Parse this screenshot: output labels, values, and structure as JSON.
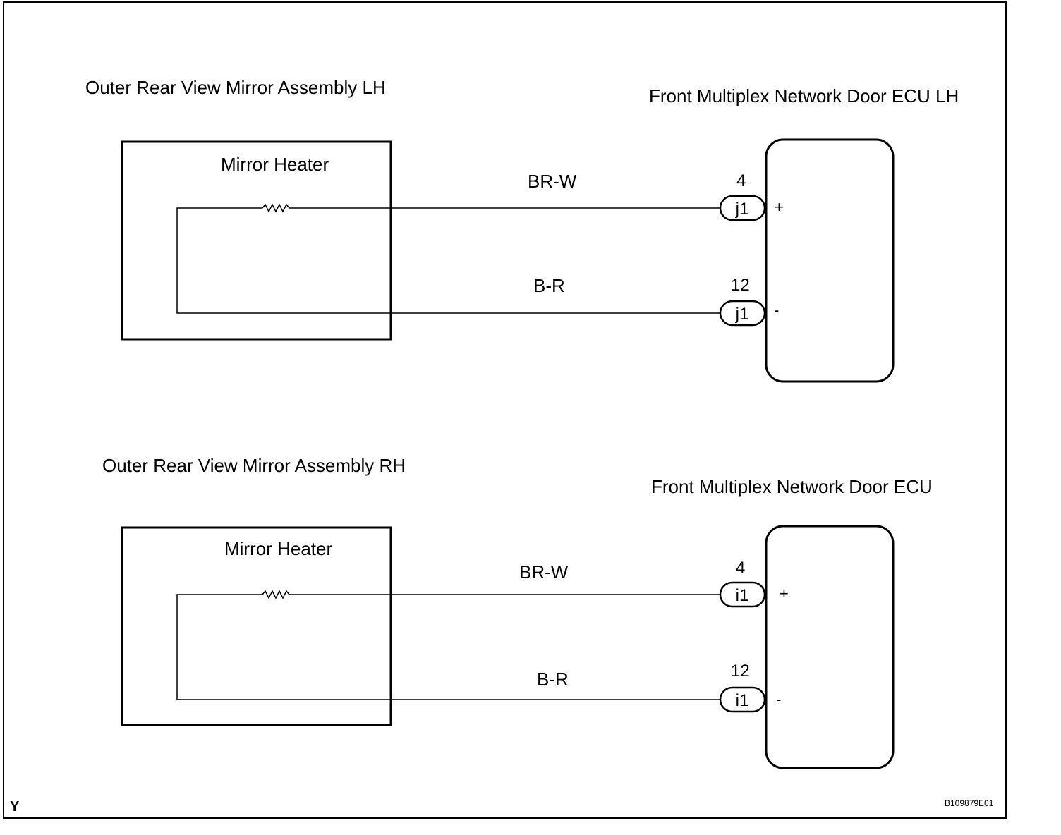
{
  "circuits": [
    {
      "mirror_title": "Outer Rear View Mirror Assembly LH",
      "heater_label": "Mirror Heater",
      "ecu_title": "Front Multiplex Network Door ECU LH",
      "wires": [
        {
          "color_code": "BR-W",
          "pin": "4",
          "connector": "j1",
          "polarity": "+"
        },
        {
          "color_code": "B-R",
          "pin": "12",
          "connector": "j1",
          "polarity": "-"
        }
      ]
    },
    {
      "mirror_title": "Outer Rear View Mirror Assembly RH",
      "heater_label": "Mirror Heater",
      "ecu_title": "Front Multiplex Network Door ECU",
      "wires": [
        {
          "color_code": "BR-W",
          "pin": "4",
          "connector": "i1",
          "polarity": "+"
        },
        {
          "color_code": "B-R",
          "pin": "12",
          "connector": "i1",
          "polarity": "-"
        }
      ]
    }
  ],
  "footer": {
    "region_code": "Y",
    "figure_id": "B109879E01"
  }
}
